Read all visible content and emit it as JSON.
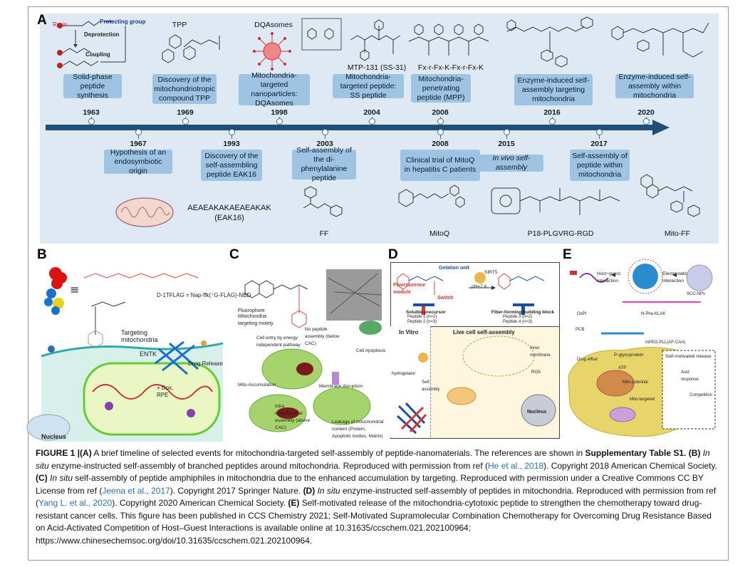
{
  "panels": {
    "A": "A",
    "B": "B",
    "C": "C",
    "D": "D",
    "E": "E"
  },
  "timeline": {
    "top_events": [
      {
        "year": "1963",
        "label": "Solid-phase peptide synthesis"
      },
      {
        "year": "1969",
        "label": "Discovery of the mitochondriotropic compound TPP"
      },
      {
        "year": "1998",
        "label": "Mitochondria-targeted nanoparticles: DQAsomes"
      },
      {
        "year": "2004",
        "label": "Mitochondria-targeted peptide: SS peptide"
      },
      {
        "year": "2008",
        "label": "Mitochondria-penetrating peptide (MPP)"
      },
      {
        "year": "2016",
        "label": "Enzyme-induced self-assembly targeting mitochondria"
      },
      {
        "year": "2020",
        "label": "Enzyme-induced self-assembly within mitochondria"
      }
    ],
    "bottom_events": [
      {
        "year": "1967",
        "label": "Hypothesis of an endosymbiotic origin"
      },
      {
        "year": "1993",
        "label": "Discovery of the self-assembling peptide EAK16"
      },
      {
        "year": "2003",
        "label": "Self-assembly of the di-phenylalanine peptide"
      },
      {
        "year": "2008",
        "label": "Clinical trial of MitoQ in hepatitis C patients"
      },
      {
        "year": "2015",
        "label": "In vivo self-assembly"
      },
      {
        "year": "2017",
        "label": "Self-assembly of peptide within mitochondria"
      }
    ],
    "molecule_labels": {
      "resin": "Resin",
      "protecting_group": "Protecting group",
      "deprotection": "Deprotection",
      "coupling": "Coupling",
      "tpp": "TPP",
      "dqasomes": "DQAsomes",
      "mtp": "MTP-131 (SS-31)",
      "mpp_seq": "Fx-r-Fx-K-Fx-r-Fx-K",
      "eak16_seq": "AEAEAKAKAEAEAKAK",
      "eak16": "(EAK16)",
      "ff": "FF",
      "mitoq": "MitoQ",
      "p18": "P18-PLGVRG-RGD",
      "mitoff": "Mito-FF"
    }
  },
  "panelB": {
    "formula": "D-1TFLAG = Nap-ffk(⁺G-FLAG)-NBD",
    "targeting": "Targeting mitochondria",
    "entk": "ENTK",
    "drug_release": "Drug Release",
    "dox": "+ Dox, RPE",
    "nucleus": "Nucleus"
  },
  "panelC": {
    "fluorophore": "Fluorophore",
    "targeting_moiety": "Mitochondria targeting moiety",
    "entry": "Cell entry by energy independent pathway",
    "no_assembly": "No peptide assembly (below CAC)",
    "accumulation": "Mito-Accumulation",
    "intra": "Intra mitochondrial assembly (above CAC)",
    "disruption": "Membrane disruption",
    "apoptosis": "Cell Apoptosis",
    "leakage": "Leakage of mitochondrial content (Protein, Apoptotic bodies, Matrix)"
  },
  "panelD": {
    "gelation": "Gelation unit",
    "fluorescence": "Fluorescence module",
    "switch": "Switch",
    "sirt5": "SIRT5",
    "ph": "pH=7.4",
    "precursor": "Soluble precursor",
    "peptides_pre": "Peptide 1 (n=2)\nPeptide 2 (n=3)",
    "block": "Fiber-forming building block",
    "peptides_block": "Peptide 3 (n=2)\nPeptide 4 (n=3)",
    "invitro": "In Vitro",
    "live": "Live cell self-assembly",
    "hydrogelator": "hydrogelator",
    "self_assembly": "Self-assembly",
    "nucleus": "Nucleus",
    "inner_membrane": "Inner membrane",
    "ros": "ROS"
  },
  "panelE": {
    "host_guest": "Host−guest interaction",
    "electrostatic": "Electrostatic interaction",
    "scc": "SCC-NPs",
    "oxpt": "OxPt",
    "klak": "N-Phe-KLAK",
    "pcb": "PCB",
    "pll": "mPEG-PLL(AF-CAA)",
    "pgp": "P-glycoprotein",
    "efflux": "Drug efflux",
    "atp": "ATP",
    "potential": "Mito potential",
    "mito_targeted": "Mito-targeted",
    "release": "Self-motivated release",
    "acid": "Acid response",
    "competition": "Competition"
  },
  "caption": {
    "fig": "FIGURE 1 |",
    "partA_tag": "(A)",
    "partA": " A brief timeline of selected events for mitochondria-targeted self-assembly of peptide-nanomaterials. The references are shown in ",
    "supp": "Supplementary Table S1",
    "partB_tag": ". (B)",
    "insitu1": "In situ",
    "partB": " enzyme-instructed self-assembly of branched peptides around mitochondria. Reproduced with permission from ref (",
    "refB": "He et al., 2018",
    "partB2": "). Copyright 2018 American Chemical Society. ",
    "partC_tag": "(C)",
    "insitu2": "In situ",
    "partC": " self-assembly of peptide amphiphiles in mitochondria due to the enhanced accumulation by targeting. Reproduced with permission under a Creative Commons CC BY License from ref (",
    "refC": "Jeena et al., 2017",
    "partC2": "). Copyright 2017 Springer Nature. ",
    "partD_tag": "(D)",
    "insitu3": "In situ",
    "partD": " enzyme-instructed self-assembly of peptides in mitochondria. Reproduced with permission from ref (",
    "refD": "Yang L. et al., 2020",
    "partD2": "). Copyright 2020 American Chemical Society. ",
    "partE_tag": "(E)",
    "partE": " Self-motivated release of the mitochondria-cytotoxic peptide to strengthen the chemotherapy toward drug-resistant cancer cells. This figure has been published in CCS Chemistry 2021; Self-Motivated Supramolecular Combination Chemotherapy for Overcoming Drug Resistance Based on Acid-Activated Competition of Host–Guest Interactions is available online at 10.31635/ccschem.021.202100964; https://www.chinesechemsoc.org/doi/10.31635/ccschem.021.202100964."
  },
  "colors": {
    "timeline_bg": "#dfe9f4",
    "axis": "#1f4e79",
    "event_box": "#9fc3e3",
    "link": "#2a6fb5"
  }
}
